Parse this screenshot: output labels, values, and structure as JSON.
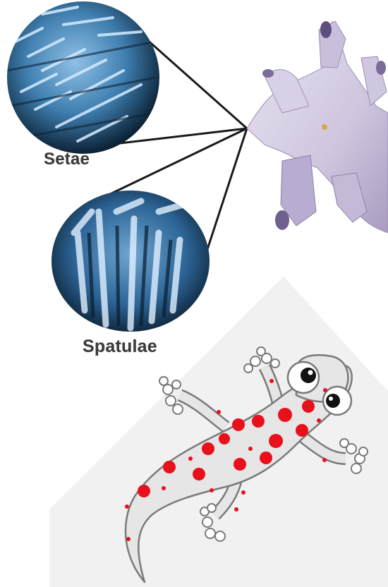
{
  "labels": {
    "setae": "Setae",
    "spatulae": "Spatulae"
  },
  "colors": {
    "micrograph_blue": "#3f7fb0",
    "micrograph_dark": "#0c2235",
    "foot_lavender": "#cfc6df",
    "gecko_body": "#e6e6e6",
    "gecko_spots": "#e8101a",
    "outline": "#7a7a7a"
  },
  "icons": [
    "gecko-foot-photo",
    "setae-micrograph",
    "spatulae-micrograph",
    "cartoon-gecko"
  ]
}
